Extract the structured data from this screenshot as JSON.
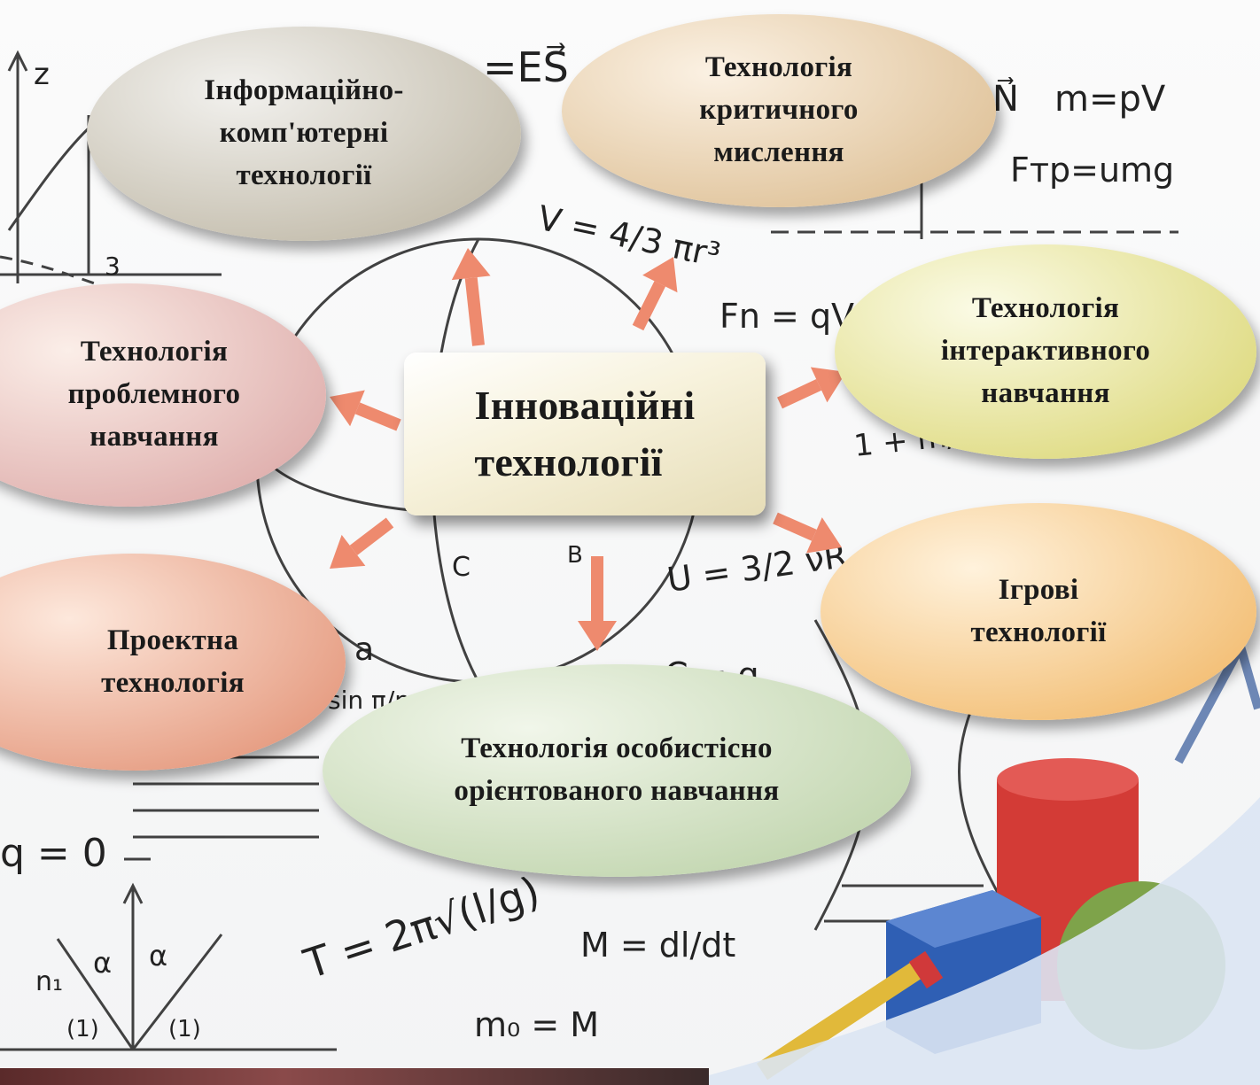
{
  "center": {
    "label": "Інноваційні\nтехнології"
  },
  "nodes": {
    "ict": {
      "label": "Інформаційно-\nкомп'ютерні\nтехнології",
      "color_from": "#f2f1ee",
      "color_to": "#b8b09c"
    },
    "critical": {
      "label": "Технологія\nкритичного\nмислення",
      "color_from": "#fbf1e3",
      "color_to": "#d9b889"
    },
    "interactive": {
      "label": "Технологія\nінтерактивного\nнавчання",
      "color_from": "#fbfbe6",
      "color_to": "#d8d36a"
    },
    "problem": {
      "label": "Технологія\nпроблемного\nнавчання",
      "color_from": "#fbeee8",
      "color_to": "#d9a1a0"
    },
    "project": {
      "label": "Проектна\nтехнологія",
      "color_from": "#fde8dc",
      "color_to": "#e08a6c"
    },
    "game": {
      "label": "Ігрові\nтехнології",
      "color_from": "#fff2dc",
      "color_to": "#f0b35e"
    },
    "personal": {
      "label": "Технологія особистісно\nорієнтованого навчання",
      "color_from": "#f1f6ea",
      "color_to": "#b8cfa3"
    }
  },
  "arrow_color": "#ee8a6e",
  "formulas": {
    "f_es": "=ES⃗",
    "f_n": "N⃗",
    "f_m": "m=pV",
    "f_ftp": "Fтр=umg",
    "f_v": "V = 4/3 πr³",
    "f_fn": "Fn = qV",
    "f_u": "U = 3/2 νR",
    "f_c": "C = q",
    "f_a": "a",
    "f_sin": "sin π/n",
    "f_q0": "q = 0",
    "f_t": "T = 2π√(l/g)",
    "f_M": "M = dl/dt",
    "f_m0": "m₀ = M",
    "f_n1": "n₁",
    "f_alpha": "α",
    "f_one": "(1)",
    "f_z": "z",
    "f_3": "3",
    "f_c_pt": "C",
    "f_b_pt": "B",
    "f_tan": "1 + m/M ctg φ"
  }
}
